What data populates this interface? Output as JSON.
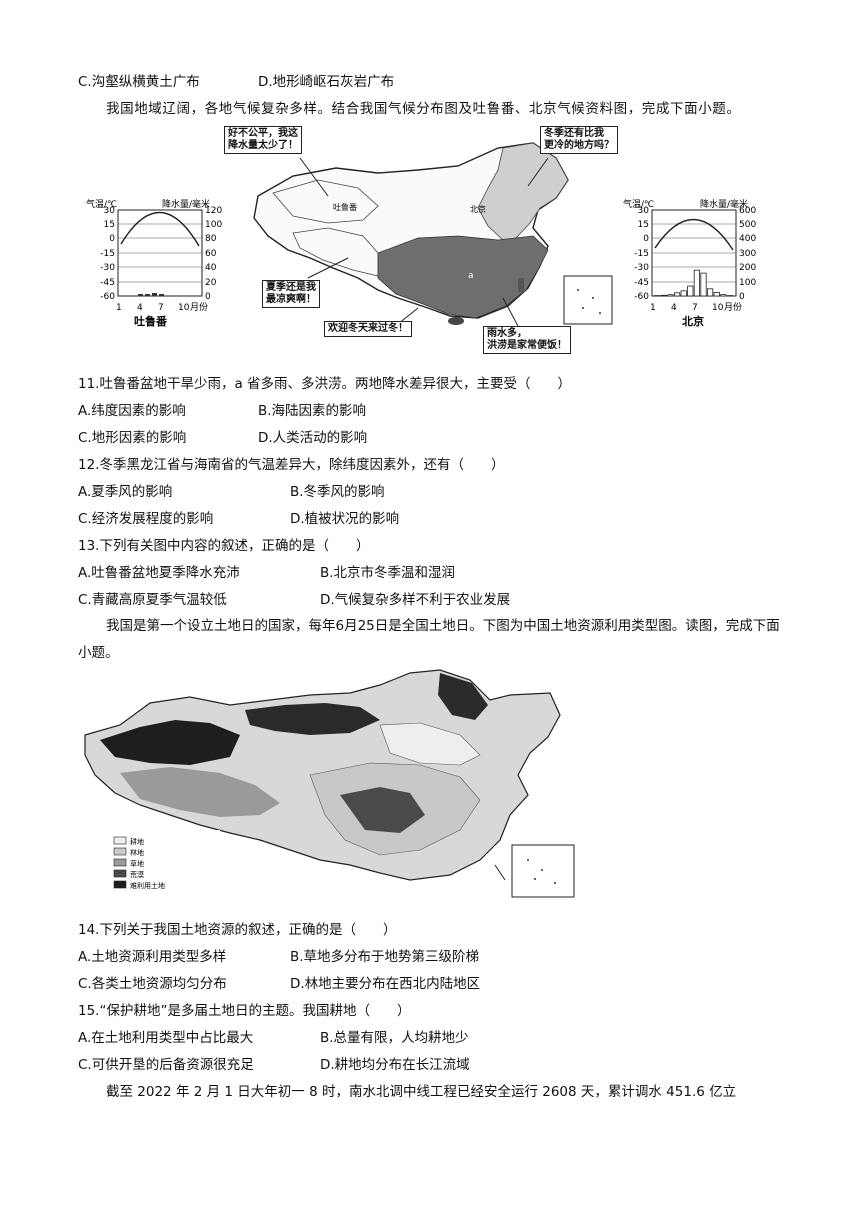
{
  "top_options": {
    "c": "C.沟壑纵横黄土广布",
    "d": "D.地形崎岖石灰岩广布"
  },
  "intro1": "我国地域辽阔，各地气候复杂多样。结合我国气候分布图及吐鲁番、北京气候资料图，完成下面小题。",
  "climate_figure": {
    "left_chart": {
      "title": "吐鲁番",
      "temp_axis_label": "气温/℃",
      "precip_axis_label": "降水量/毫米",
      "temp_ticks": [
        "30",
        "15",
        "0",
        "-15",
        "-30",
        "-45",
        "-60"
      ],
      "precip_ticks": [
        "120",
        "100",
        "80",
        "60",
        "40",
        "20",
        "0"
      ],
      "month_ticks": [
        "1",
        "4",
        "7",
        "10"
      ],
      "month_unit": "月份"
    },
    "right_chart": {
      "title": "北京",
      "temp_axis_label": "气温/℃",
      "precip_axis_label": "降水量/毫米",
      "temp_ticks": [
        "30",
        "15",
        "0",
        "-15",
        "-30",
        "-45",
        "-60"
      ],
      "precip_ticks": [
        "600",
        "500",
        "400",
        "300",
        "200",
        "100",
        "0"
      ],
      "month_ticks": [
        "1",
        "4",
        "7",
        "10"
      ],
      "month_unit": "月份",
      "precip_values": [
        3,
        5,
        9,
        22,
        36,
        70,
        180,
        160,
        50,
        25,
        10,
        3
      ]
    },
    "captions": {
      "top_left": "好不公平，我这\n降水量太少了！",
      "top_right": "冬季还有比我\n更冷的地方吗？",
      "mid_left": "夏季还是我\n最凉爽啊！",
      "bottom_mid": "欢迎冬天来过冬！",
      "bottom_right": "雨水多，\n洪涝是家常便饭！",
      "map_label_turpan": "吐鲁番",
      "map_label_beijing": "北京",
      "map_label_a": "a"
    }
  },
  "q11": {
    "stem": "11.吐鲁番盆地干旱少雨，a 省多雨、多洪涝。两地降水差异很大，主要受（　　）",
    "a": "A.纬度因素的影响",
    "b": "B.海陆因素的影响",
    "c": "C.地形因素的影响",
    "d": "D.人类活动的影响"
  },
  "q12": {
    "stem": "12.冬季黑龙江省与海南省的气温差异大，除纬度因素外，还有（　　）",
    "a": "A.夏季风的影响",
    "b": "B.冬季风的影响",
    "c": "C.经济发展程度的影响",
    "d": "D.植被状况的影响"
  },
  "q13": {
    "stem": "13.下列有关图中内容的叙述，正确的是（　　）",
    "a": "A.吐鲁番盆地夏季降水充沛",
    "b": "B.北京市冬季温和湿润",
    "c": "C.青藏高原夏季气温较低",
    "d": "D.气候复杂多样不利于农业发展"
  },
  "intro2": "我国是第一个设立土地日的国家，每年6月25日是全国土地日。下图为中国土地资源利用类型图。读图，完成下面小题。",
  "landuse_legend": [
    "耕地",
    "林地",
    "草地",
    "荒漠",
    "难利用土地"
  ],
  "q14": {
    "stem": "14.下列关于我国土地资源的叙述，正确的是（　　）",
    "a": "A.土地资源利用类型多样",
    "b": "B.草地多分布于地势第三级阶梯",
    "c": "C.各类土地资源均匀分布",
    "d": "D.林地主要分布在西北内陆地区"
  },
  "q15": {
    "stem": "15.“保护耕地”是多届土地日的主题。我国耕地（　　）",
    "a": "A.在土地利用类型中占比最大",
    "b": "B.总量有限，人均耕地少",
    "c": "C.可供开垦的后备资源很充足",
    "d": "D.耕地均分布在长江流域"
  },
  "intro3": "截至 2022 年 2 月 1 日大年初一 8 时，南水北调中线工程已经安全运行 2608 天，累计调水 451.6 亿立"
}
